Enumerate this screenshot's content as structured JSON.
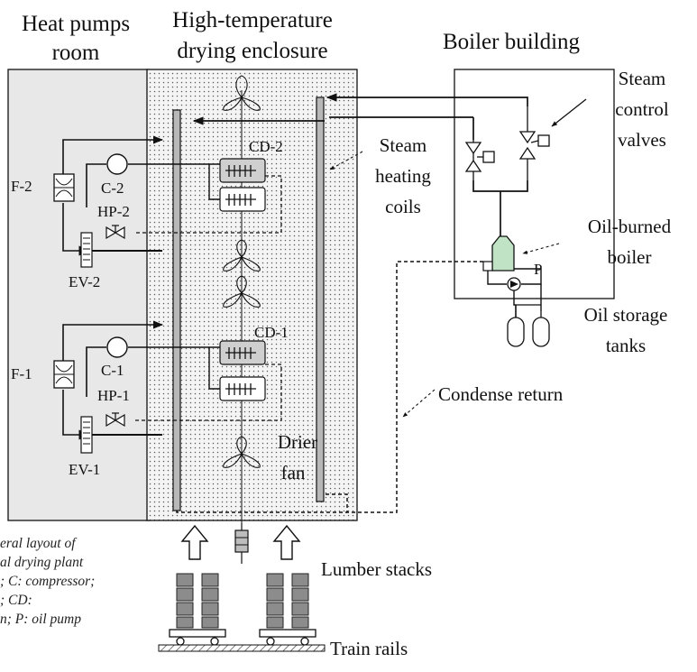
{
  "diagram": {
    "regions": {
      "heat_pumps_room": [
        "Heat pumps",
        "room"
      ],
      "drying_enclosure": [
        "High-temperature",
        "drying enclosure"
      ],
      "boiler_building": "Boiler building"
    },
    "callouts": {
      "steam_control_valves": [
        "Steam",
        "control",
        "valves"
      ],
      "steam_heating_coils": [
        "Steam",
        "heating",
        "coils"
      ],
      "oil_burned_boiler": [
        "Oil-burned",
        "boiler"
      ],
      "oil_storage_tanks": [
        "Oil storage",
        "tanks"
      ],
      "condense_return": "Condense return",
      "drier_fan": [
        "Drier",
        "fan"
      ],
      "lumber_stacks": "Lumber stacks",
      "train_rails": "Train rails"
    },
    "components": {
      "f2": "F-2",
      "c2": "C-2",
      "hp2": "HP-2",
      "ev2": "EV-2",
      "cd2": "CD-2",
      "f1": "F-1",
      "c1": "C-1",
      "hp1": "HP-1",
      "ev1": "EV-1",
      "cd1": "CD-1",
      "pump": "P"
    },
    "caption_lines": [
      "eral layout of",
      "al drying plant",
      "; C: compressor;",
      "; CD:",
      "n; P: oil pump"
    ],
    "colors": {
      "room_fill": "#e8e8e8",
      "enclosure_dots": "#5a5a5a",
      "boiler_fill": "#bfe3c4",
      "coil_fill": "#b8b8b8",
      "stack_fill": "#8c8c8c",
      "line": "#111111"
    }
  }
}
